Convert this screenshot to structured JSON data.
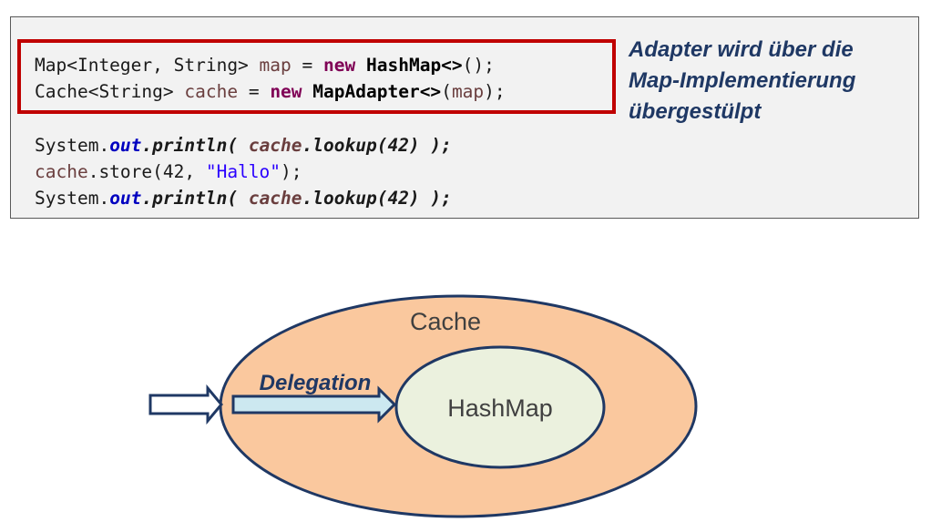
{
  "code": {
    "line1": {
      "t1": "Map<Integer, String> ",
      "t2": "map",
      "t3": " = ",
      "t4": "new",
      "t5": " ",
      "t6": "HashMap<>",
      "t7": "();"
    },
    "line2": {
      "t1": "Cache<String> ",
      "t2": "cache",
      "t3": " = ",
      "t4": "new",
      "t5": " ",
      "t6": "MapAdapter<>",
      "t7": "(",
      "t8": "map",
      "t9": ");"
    },
    "line3": {
      "t1": "System.",
      "t2": "out",
      "t3": ".println( ",
      "t4": "cache",
      "t5": ".lookup(42) );"
    },
    "line4": {
      "t1": "cache",
      "t2": ".store(42, ",
      "t3": "\"Hallo\"",
      "t4": ");"
    },
    "line5": {
      "t1": "System.",
      "t2": "out",
      "t3": ".println( ",
      "t4": "cache",
      "t5": ".lookup(42) );"
    }
  },
  "note": {
    "line1": "Adapter wird über die",
    "line2": "Map-Implementierung",
    "line3": "übergestülpt"
  },
  "diagram": {
    "outer_label": "Cache",
    "inner_label": "HashMap",
    "arrow_label": "Delegation"
  },
  "colors": {
    "highlight_border": "#c00000",
    "note_text": "#1f3864",
    "outer_fill": "#fac89e",
    "inner_fill": "#ebf1de",
    "shape_stroke": "#1f3864",
    "arrow_fill": "#cce8f0"
  }
}
